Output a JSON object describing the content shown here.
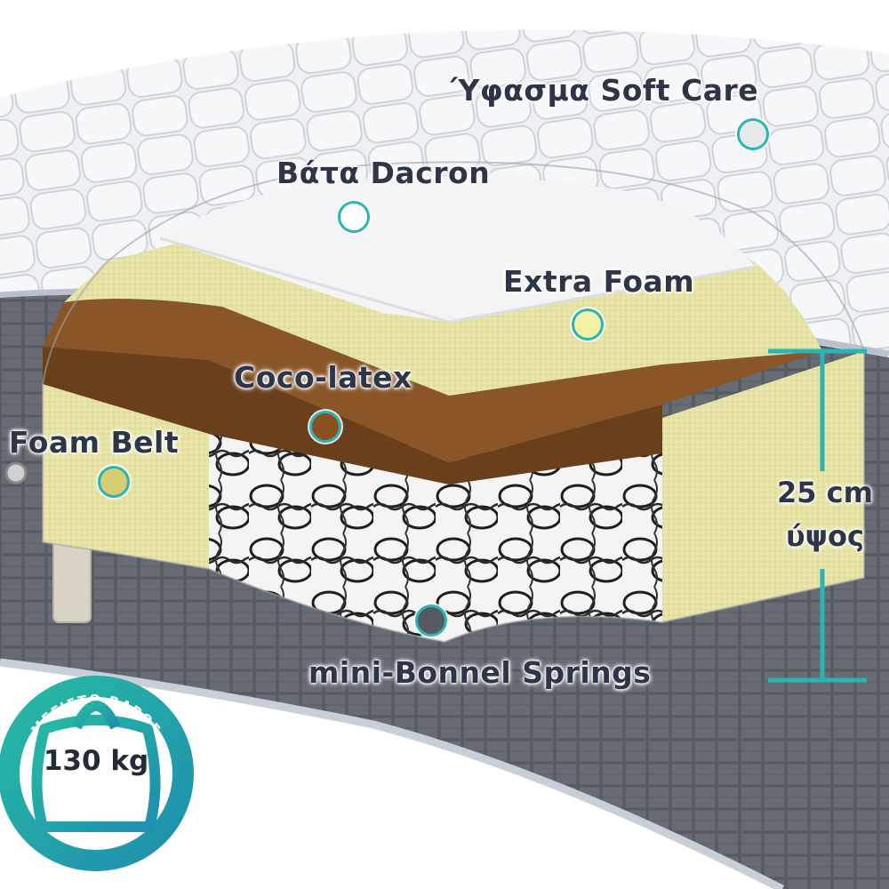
{
  "labels": {
    "fabric": "Ύφασμα Soft Care",
    "wadding": "Βάτα Dacron",
    "extra_foam": "Extra Foam",
    "coco_latex": "Coco-latex",
    "foam_belt": "Foam Belt",
    "springs": "mini-Bonnel Springs"
  },
  "marker_colors": {
    "fabric": "#e6e8ea",
    "wadding": "#ffffff",
    "extra_foam": "#f2f1a6",
    "coco_latex": "#8b5020",
    "foam_belt": "#d6cc70",
    "springs": "#555a60",
    "ring": "#2ab5b5"
  },
  "height": {
    "value": "25 cm",
    "label": "ύψος"
  },
  "badge": {
    "title": "ΜΕΓΙΣΤΟ ΒΑΡΟΣ",
    "weight": "130 kg"
  },
  "colors": {
    "accent": "#2ab5b5",
    "text": "#2d3548",
    "cover_white": "#eef0f3",
    "side_fabric": "#5f636b",
    "foam": "#e6e2a0",
    "coco": "#7a4a22"
  }
}
